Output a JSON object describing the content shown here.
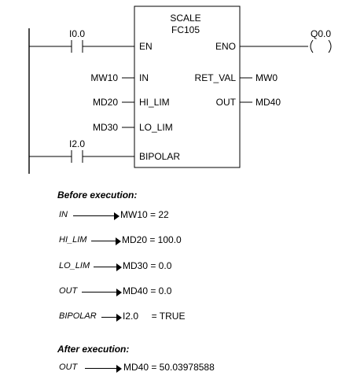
{
  "ladder": {
    "block_name": "SCALE",
    "block_number": "FC105",
    "contact_top": "I0.0",
    "contact_bottom": "I2.0",
    "coil": "Q0.0",
    "pins": {
      "en": "EN",
      "eno": "ENO",
      "in": "IN",
      "ret_val": "RET_VAL",
      "hi_lim": "HI_LIM",
      "out": "OUT",
      "lo_lim": "LO_LIM",
      "bipolar": "BIPOLAR"
    },
    "operands": {
      "in": "MW10",
      "hi_lim": "MD20",
      "lo_lim": "MD30",
      "ret_val": "MW0",
      "out": "MD40"
    }
  },
  "before": {
    "heading": "Before execution:",
    "rows": [
      {
        "param": "IN",
        "value": "MW10 = 22"
      },
      {
        "param": "HI_LIM",
        "value": "MD20  = 100.0"
      },
      {
        "param": "LO_LIM",
        "value": "MD30  = 0.0"
      },
      {
        "param": "OUT",
        "value": "MD40  = 0.0"
      },
      {
        "param": "BIPOLAR",
        "value": "I2.0     = TRUE"
      }
    ]
  },
  "after": {
    "heading": "After execution:",
    "rows": [
      {
        "param": "OUT",
        "value": "MD40 = 50.03978588"
      }
    ]
  }
}
